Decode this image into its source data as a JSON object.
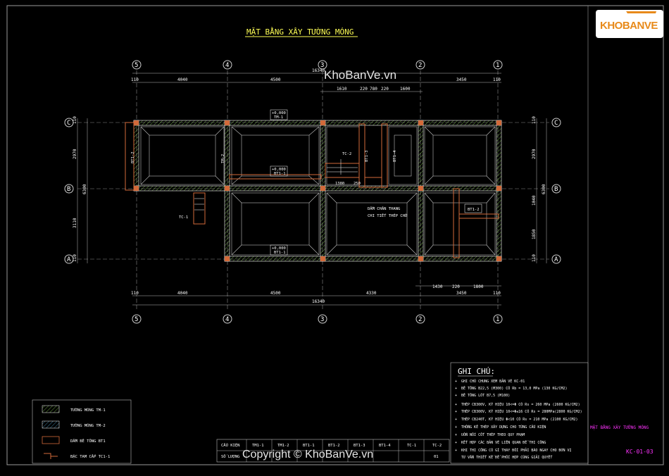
{
  "title": "MẶT BẰNG XÂY TƯỜNG MÓNG",
  "watermark_top": "KhoBanVe.vn",
  "watermark_bottom": "Copyright © KhoBanVe.vn",
  "logo_text": "KHOBANVE",
  "grid_axes_x": [
    "5",
    "4",
    "3",
    "2",
    "1"
  ],
  "grid_axes_y": [
    "C",
    "B",
    "A"
  ],
  "dims_top_total": "16340",
  "dims_top": [
    "110",
    "4040",
    "4500",
    "3450",
    "110"
  ],
  "dims_top_sub": [
    "1610",
    "220",
    "780",
    "220",
    "1600"
  ],
  "dims_bottom_total": "16340",
  "dims_bottom": [
    "110",
    "4040",
    "4500",
    "4330",
    "110"
  ],
  "dims_bottom_sub": [
    "1430",
    "220",
    "1800"
  ],
  "dims_bottom_sub2": "3450",
  "dims_left_total": "6300",
  "dims_left": [
    "110",
    "2970",
    "3110",
    "110"
  ],
  "dims_right": [
    "110",
    "2970",
    "1040",
    "1850",
    "110"
  ],
  "dims_right_total": "6300",
  "level_tags": [
    "+0,000",
    "+0,000",
    "+0,000"
  ],
  "beam_tags": [
    "TM-1",
    "BT1-1",
    "BT1-1",
    "BT1-3",
    "BT1-4",
    "BT1-2",
    "TM-2",
    "BT1-2"
  ],
  "stair_tags": [
    "TC-1",
    "TC-2"
  ],
  "dim_1380": "1380",
  "dim_250": "250",
  "note_stair": "DẦM CHÂN THANG",
  "note_stair2": "CHI TIẾT THÉP CHỜ",
  "legend": [
    {
      "label": "TƯỜNG MÓNG TM-1"
    },
    {
      "label": "TƯỜNG MÓNG TM-2"
    },
    {
      "label": "DẦM BÊ TÔNG BT1"
    },
    {
      "label": "BẬC TAM CẤP TC1-1"
    }
  ],
  "schedule": {
    "row1_label": "CẤU KIỆN",
    "row2_label": "SỐ LƯỢNG",
    "cols": [
      "TM1-1",
      "TM1-2",
      "BT1-1",
      "BT1-2",
      "BT1-3",
      "BT1-4",
      "TC-1",
      "TC-2"
    ],
    "qty": [
      "",
      "",
      "",
      "",
      "",
      "",
      "",
      "01"
    ]
  },
  "notes_title": "GHI CHÚ:",
  "notes": [
    "GHI CHÚ CHUNG XEM BẢN VẼ KC-01",
    "BÊ TÔNG B22,5 (M300) CÓ Rb = 13,0 MPa (130 KG/CM2)",
    "BÊ TÔNG LÓT B7,5 (M100)",
    "THÉP CB300V, KÝ HIỆU 10<=Φ CÓ Rs = 260 MPa (2600 KG/CM2)",
    "THÉP CB300V, KÝ HIỆU 10<=Φ≤16 CÓ Rs = 280MPa(2800 KG/CM2)",
    "THÉP CB240T, KÝ HIỆU Φ<10 CÓ Rs = 210 MPa (2100 KG/CM2)",
    "THỐNG KÊ THÉP XÂY DỰNG CHO TỪNG CẤU KIỆN",
    "UỐN NỐI CỐT THÉP THEO QUY PHẠM",
    "KẾT HỢP CÁC BẢN VẼ LIÊN QUAN ĐỂ THI CÔNG",
    "KHI THI CÔNG CÓ GÌ THAY ĐỔI PHẢI BÁO NGAY CHO ĐƠN VỊ",
    "TƯ VẤN THIẾT KẾ ĐỂ PHỐI HỢP CÙNG GIẢI QUYẾT"
  ],
  "sheet_name": "MẶT BẰNG XÂY TƯỜNG MÓNG",
  "sheet_code": "KC-01-03",
  "colors": {
    "wall": "#ffffff",
    "beam": "#d26a3a",
    "grid": "#8f8f8f",
    "text": "#ffffff",
    "accent": "#ff33ff",
    "green": "#a8ff66",
    "yellow": "#ffff55",
    "cyan": "#66ccff"
  }
}
